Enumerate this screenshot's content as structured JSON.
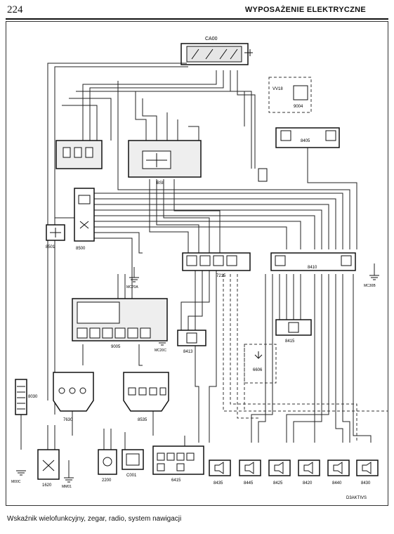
{
  "header": {
    "page_number": "224",
    "title": "WYPOSAŻENIE ELEKTRYCZNE"
  },
  "caption": "Wskaźnik wielofunkcyjny, zegar, radio, system nawigacji",
  "diagram": {
    "components": {
      "c_ca00": "CA00",
      "c_vv18": "VV18",
      "c_9004": "9004",
      "c_bsi": "BSI",
      "c_8405": "8405",
      "c_8500": "8500",
      "c_8501": "8501",
      "c_7215": "7215",
      "c_8410": "8410",
      "c_9005": "9005",
      "c_8413": "8413",
      "c_8415": "8415",
      "c_8030": "8030",
      "c_7630": "7630",
      "c_8535": "8535",
      "c_6606": "6606",
      "c_1620": "1620",
      "c_2200": "2200",
      "c_c001": "C001",
      "c_6415": "6415",
      "c_8435": "8435",
      "c_8445": "8445",
      "c_8425": "8425",
      "c_8420": "8420",
      "c_8440": "8440",
      "c_8430": "8430"
    },
    "grounds": {
      "g_mc70a": "MC70A",
      "g_mc20c": "MC20C",
      "g_mc30b": "MC30B",
      "g_mc0c": "M00C",
      "g_mm01": "MM01"
    },
    "code": "D3AKTIVS"
  }
}
